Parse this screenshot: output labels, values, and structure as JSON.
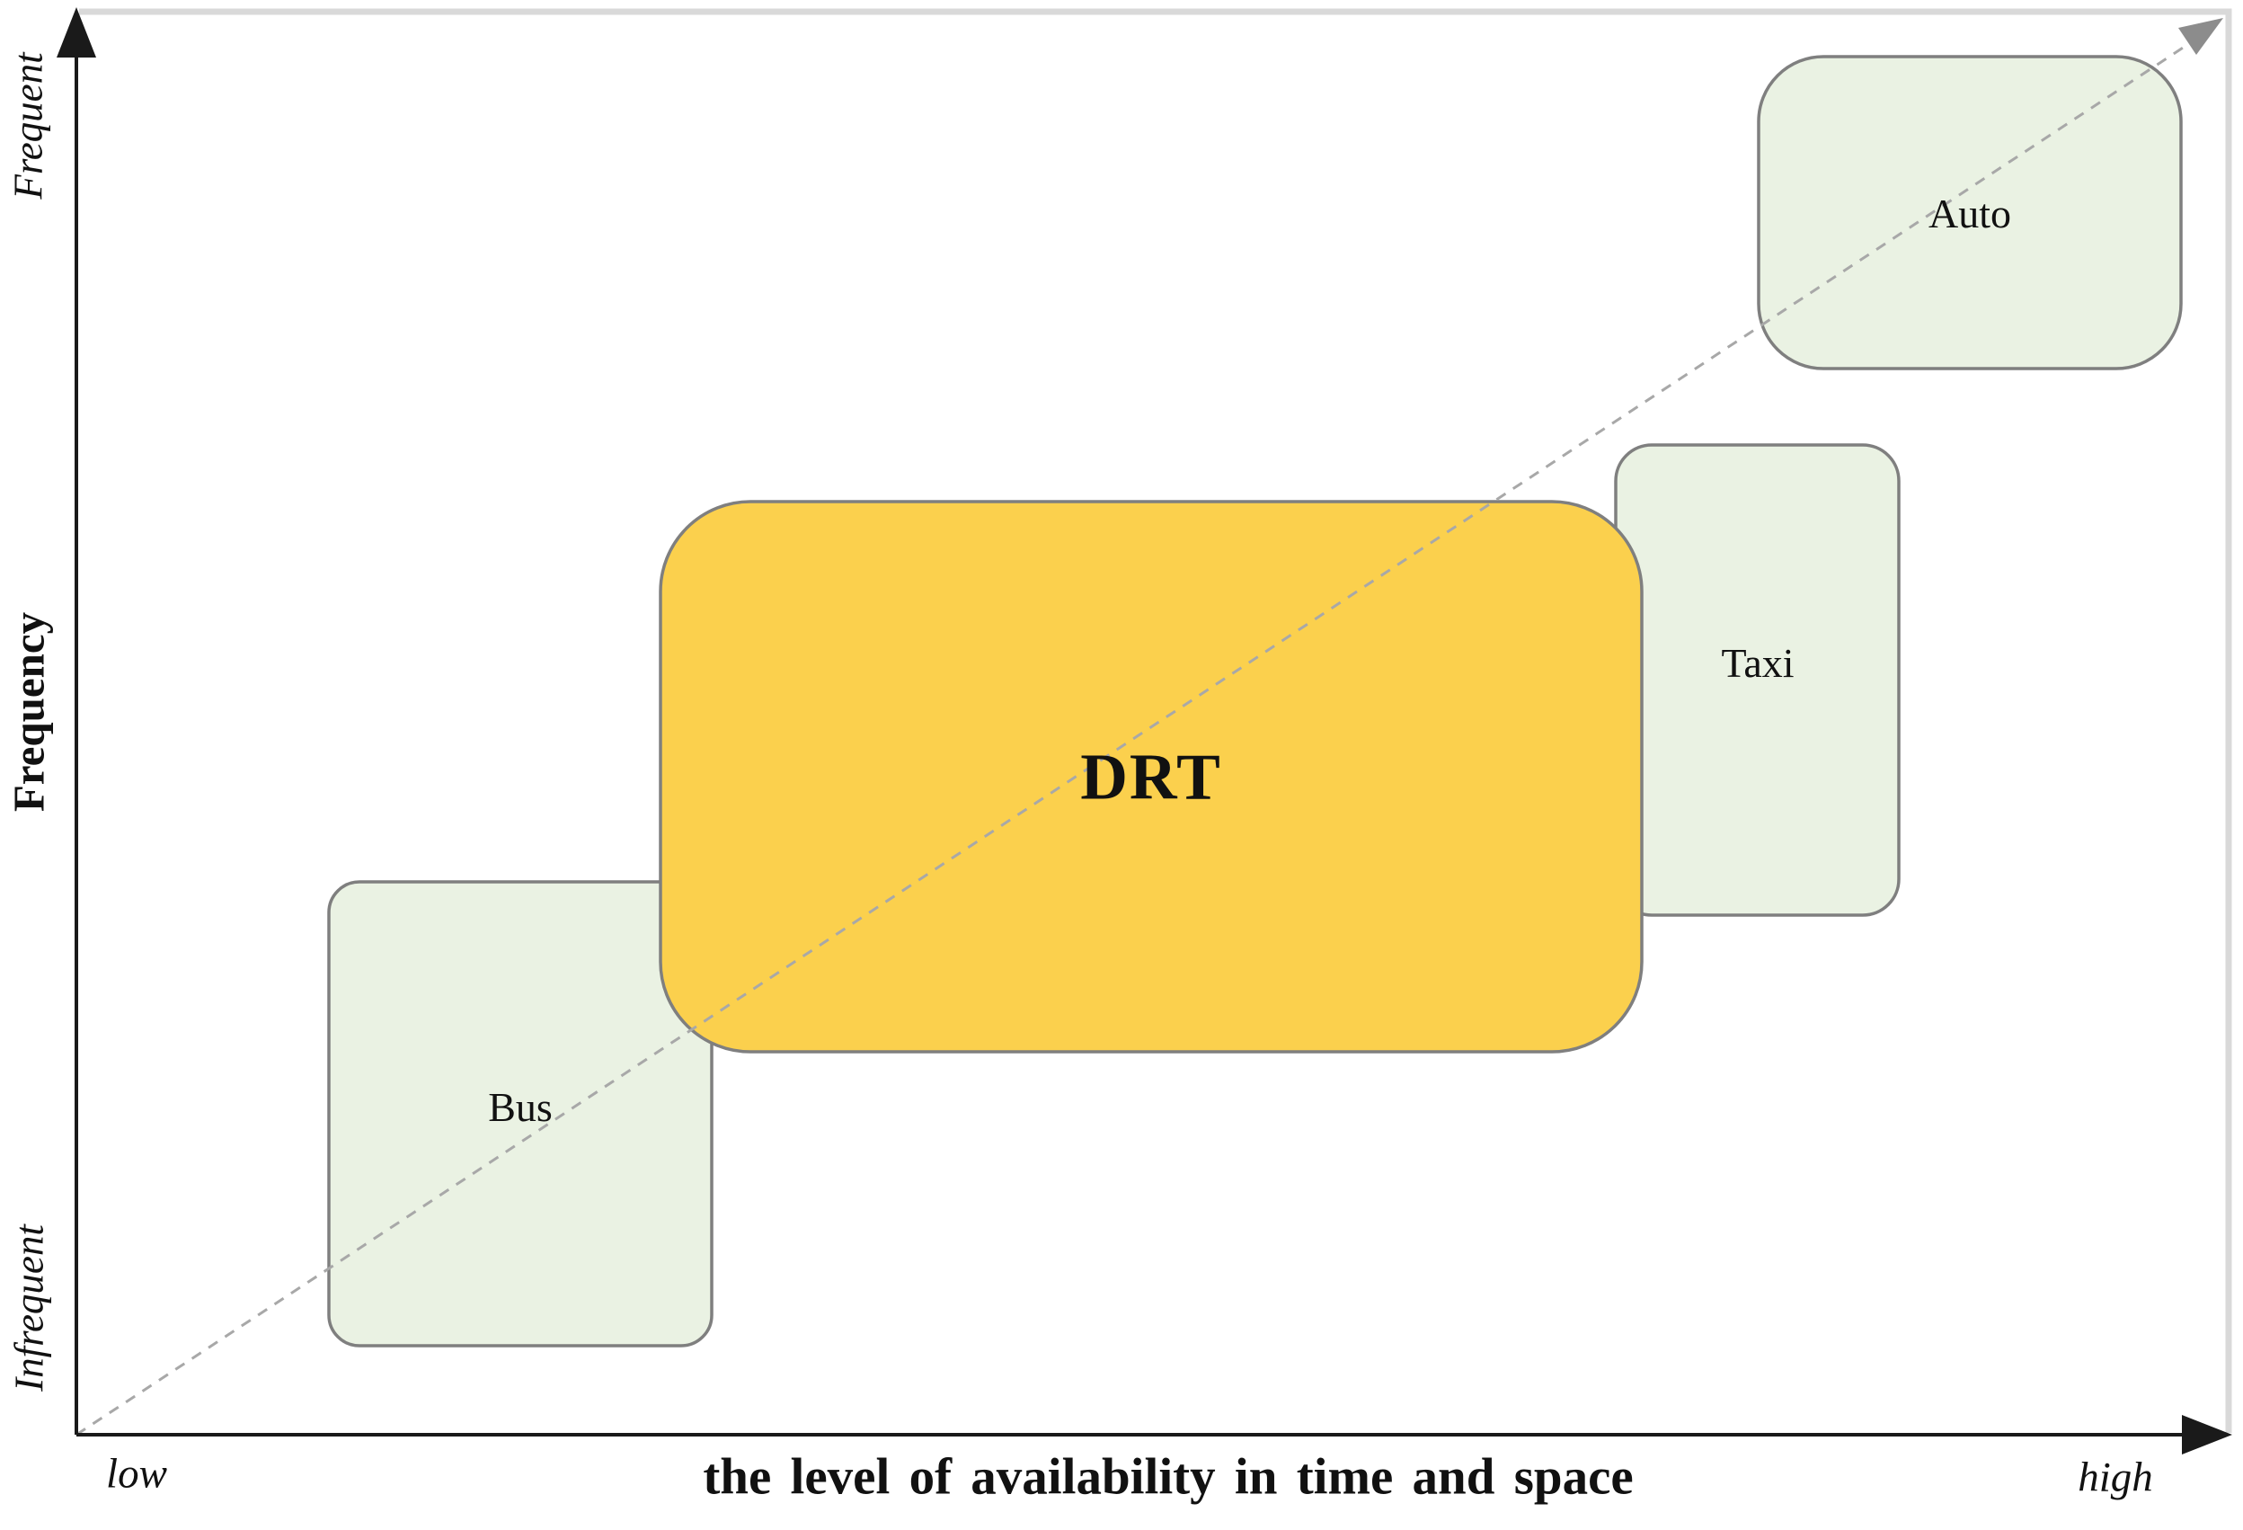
{
  "figure": {
    "description": "Conceptual diagram comparing transport modes by frequency vs. level of availability in time and space",
    "background_color": "#FFFFFF",
    "frame_color": "#D9D9D9",
    "axis_color": "#1A1A1A"
  },
  "axes": {
    "x": {
      "title": "the level of availability in time and space",
      "min_label": "low",
      "max_label": "high"
    },
    "y": {
      "title": "Frequency",
      "min_label": "Infrequent",
      "max_label": "Frequent"
    }
  },
  "diagonal": {
    "style": "dashed",
    "color": "#A8A8A8",
    "arrowhead_color": "#8C8C8C",
    "direction": "from origin (low/Infrequent) to top-right (high/Frequent)"
  },
  "boxes": {
    "bus": {
      "label": "Bus",
      "fill": "#EAF2E3",
      "border": "#7F7F7F",
      "position": "lower-left"
    },
    "drt": {
      "label": "DRT",
      "fill": "#FBD04D",
      "border": "#7F7F7F",
      "position": "center, highlighted"
    },
    "taxi": {
      "label": "Taxi",
      "fill": "#EAF2E3",
      "border": "#7F7F7F",
      "position": "center-right, partly behind DRT"
    },
    "auto": {
      "label": "Auto",
      "fill": "#EAF2E3",
      "border": "#7F7F7F",
      "position": "upper-right"
    }
  }
}
